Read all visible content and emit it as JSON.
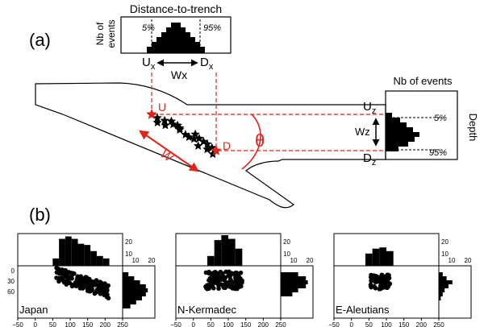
{
  "panel_a": {
    "label": "(a)",
    "top_hist": {
      "title": "Distance-to-trench",
      "ylabel_line1": "Nb of",
      "ylabel_line2": "events",
      "p5": "5%",
      "p95": "95%",
      "u_main": "U",
      "u_sub": "x",
      "d_main": "D",
      "d_sub": "x",
      "w_main": "Wx"
    },
    "right_hist": {
      "title": "Nb of events",
      "ylabel": "Depth",
      "p5": "5%",
      "p95": "95%",
      "u_main": "U",
      "u_sub": "z",
      "d_main": "D",
      "d_sub": "z",
      "w_main": "Wz"
    },
    "slab": {
      "u_label": "U",
      "d_label": "D",
      "w_label": "W",
      "theta_label": "θ"
    },
    "colors": {
      "red": "#e2231a",
      "black": "#000000"
    }
  },
  "panel_b": {
    "label": "(b)",
    "x_ticks": [
      "−50",
      "0",
      "50",
      "100",
      "150",
      "200",
      "250"
    ],
    "y_ticks": [
      "0",
      "30",
      "60"
    ],
    "side_ticks": [
      "10",
      "20"
    ],
    "top_ticks": [
      "10",
      "20"
    ],
    "regions": [
      {
        "name": "Japan",
        "top_hist": [
          6,
          22,
          24,
          22,
          18,
          17,
          12,
          8,
          6
        ],
        "side_hist": [
          3,
          6,
          9,
          12,
          13,
          12,
          10,
          7,
          4
        ]
      },
      {
        "name": "N-Kermadec",
        "top_hist": [
          8,
          21,
          25,
          22,
          14
        ],
        "side_hist": [
          9,
          13,
          14,
          13,
          9,
          6
        ]
      },
      {
        "name": "E-Aleutians",
        "top_hist": [
          10,
          14,
          15,
          12
        ],
        "side_hist": [
          2,
          4,
          7,
          5,
          3,
          2,
          1
        ]
      }
    ]
  }
}
